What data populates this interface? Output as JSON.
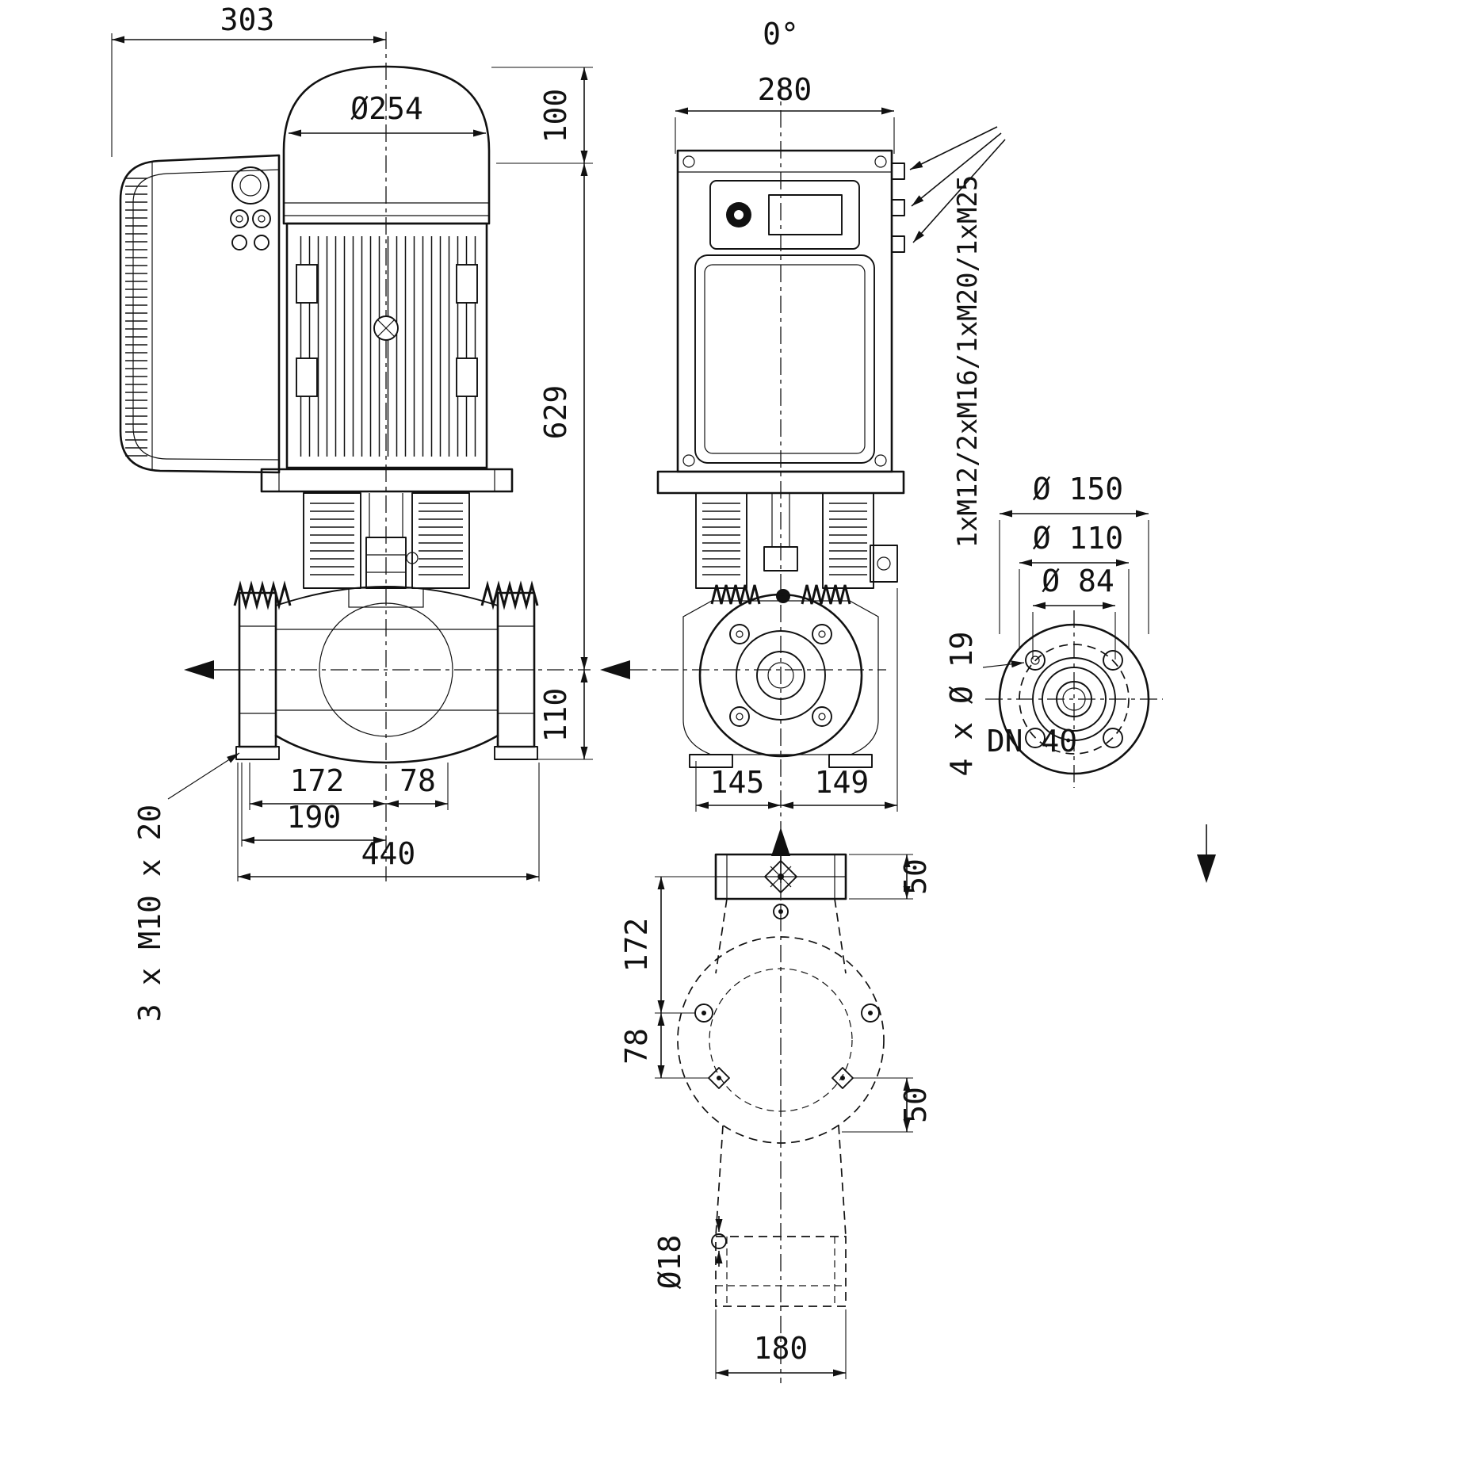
{
  "drawing": {
    "side_view": {
      "dim_width_top": "303",
      "dim_motor_diameter": "Ø254",
      "dim_height_top": "100",
      "dim_height_total": "629",
      "dim_height_axis": "110",
      "dim_bolt_offset_left": "172",
      "dim_bolt_offset_right": "78",
      "dim_flange_offset": "190",
      "dim_length_total": "440",
      "note_fixing_bolts": "3 x M10 x 20"
    },
    "front_view": {
      "label_angle": "0°",
      "dim_module_width": "280",
      "dim_left_of_axis": "145",
      "dim_right_of_axis": "149",
      "note_cable_glands": "1xM12/2xM16/1xM20/1xM25"
    },
    "flange_view": {
      "dim_outer_diameter": "Ø 150",
      "dim_bolt_circle": "Ø 110",
      "dim_raised_face": "Ø 84",
      "note_bolt_holes": "4 x Ø 19",
      "label_nominal_diameter": "DN 40"
    },
    "plan_view": {
      "dim_flange_thickness": "50",
      "dim_bolt_spacing_long": "172",
      "dim_bolt_spacing_short": "78",
      "dim_lower_offset": "50",
      "note_hole_diameter": "Ø18",
      "dim_flange_width": "180"
    },
    "colors": {
      "line": "#111111",
      "background": "#ffffff"
    }
  }
}
